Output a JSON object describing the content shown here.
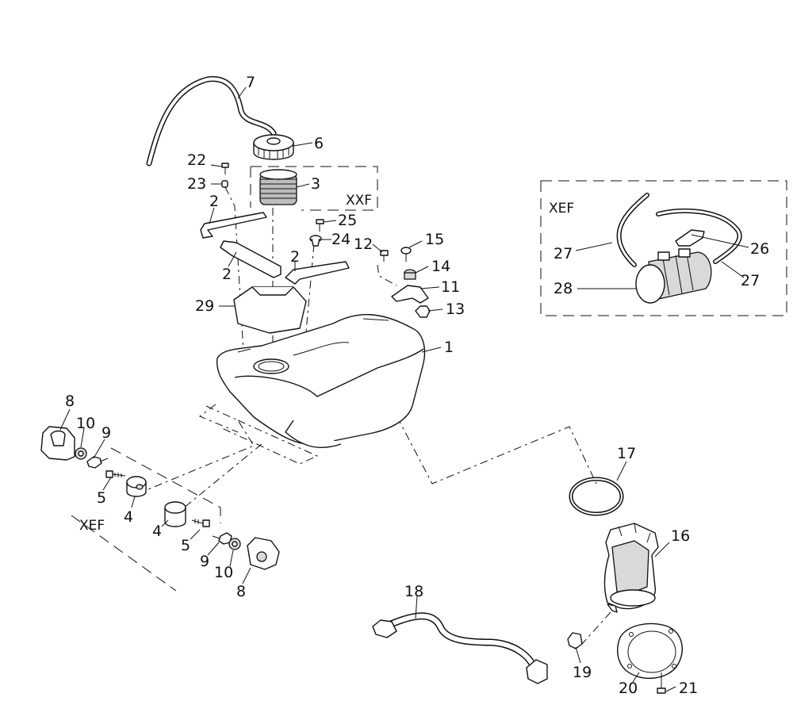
{
  "labels": {
    "p1": "1",
    "p2a": "2",
    "p2b": "2",
    "p2c": "2",
    "p3": "3",
    "p4a": "4",
    "p4b": "4",
    "p5a": "5",
    "p5b": "5",
    "p6": "6",
    "p7": "7",
    "p8a": "8",
    "p8b": "8",
    "p9a": "9",
    "p9b": "9",
    "p10a": "10",
    "p10b": "10",
    "p11": "11",
    "p12": "12",
    "p13": "13",
    "p14": "14",
    "p15": "15",
    "p16": "16",
    "p17": "17",
    "p18": "18",
    "p19": "19",
    "p20": "20",
    "p21": "21",
    "p22": "22",
    "p23": "23",
    "p24": "24",
    "p25": "25",
    "p26": "26",
    "p27a": "27",
    "p27b": "27",
    "p28": "28",
    "p29": "29"
  },
  "variants": {
    "xxf": "XXF",
    "xef_left": "XEF",
    "xef_right": "XEF"
  }
}
